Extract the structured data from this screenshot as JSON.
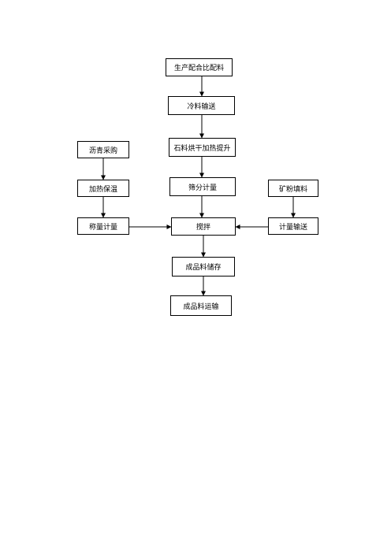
{
  "nodes": {
    "production_mix": "生产配合比配料",
    "cold_transport": "冷料输送",
    "stone_drying": "石料烘干加热提升",
    "screening": "筛分计量",
    "asphalt_purchase": "沥青采购",
    "heat_preserve": "加热保温",
    "weighing": "称量计量",
    "mixing": "搅拌",
    "mineral_powder": "矿粉填料",
    "metered_transport": "计量输送",
    "finished_storage": "成品料储存",
    "finished_transport": "成品料运输"
  },
  "edges": [
    [
      "production_mix",
      "cold_transport"
    ],
    [
      "cold_transport",
      "stone_drying"
    ],
    [
      "stone_drying",
      "screening"
    ],
    [
      "screening",
      "mixing"
    ],
    [
      "asphalt_purchase",
      "heat_preserve"
    ],
    [
      "heat_preserve",
      "weighing"
    ],
    [
      "weighing",
      "mixing"
    ],
    [
      "mineral_powder",
      "metered_transport"
    ],
    [
      "metered_transport",
      "mixing"
    ],
    [
      "mixing",
      "finished_storage"
    ],
    [
      "finished_storage",
      "finished_transport"
    ]
  ]
}
